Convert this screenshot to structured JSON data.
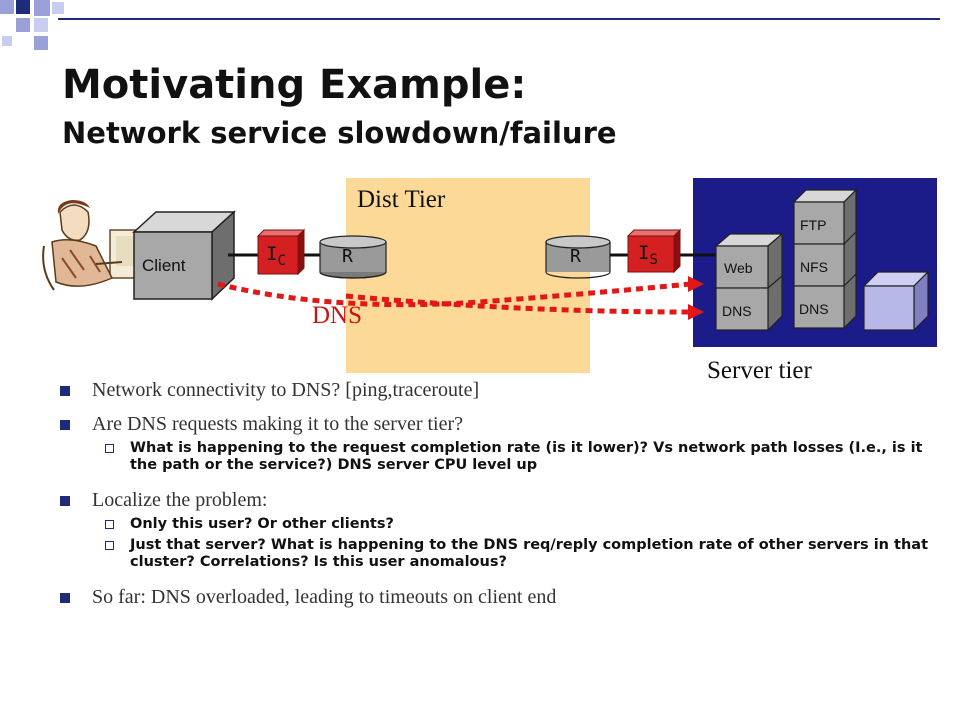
{
  "slide": {
    "title_main": "Motivating Example:",
    "title_sub": "Network service slowdown/failure"
  },
  "diagram": {
    "client_label": "Client",
    "ic_label": "IC",
    "ic_main": "I",
    "ic_sub": "C",
    "r_left_label": "R",
    "dist_tier_label": "Dist Tier",
    "r_right_label": "R",
    "is_label": "IS",
    "is_main": "I",
    "is_sub": "S",
    "dns_flow_label": "DNS",
    "web_label": "Web",
    "dns_left_label": "DNS",
    "ftp_label": "FTP",
    "nfs_label": "NFS",
    "dns_right_label": "DNS",
    "server_tier_label": "Server tier",
    "colors": {
      "navy": "#1b1b8a",
      "dist_tier_bg": "#fcd997",
      "monitor_red": "#d42020",
      "dns_text_red": "#cc1111",
      "server_box_grey": "#9a9a9a",
      "small_box_lavender": "#b8b8e8",
      "bullet_navy": "#1f2a78"
    }
  },
  "bullets": [
    {
      "text": "Network connectivity to DNS? [ping,traceroute]",
      "sub": []
    },
    {
      "text": "Are DNS requests making it to the server tier?",
      "sub": [
        "What is happening to the request completion rate (is it lower)?  Vs network path losses  (I.e., is it the path or the service?)  DNS server CPU level up"
      ]
    },
    {
      "text": "Localize the problem:",
      "sub": [
        "Only this user?  Or other clients?",
        "Just that server?  What is happening to the DNS req/reply completion rate of other servers in that cluster?  Correlations?  Is this user anomalous?"
      ]
    },
    {
      "text": "So far: DNS overloaded, leading to timeouts on client end",
      "sub": []
    }
  ]
}
